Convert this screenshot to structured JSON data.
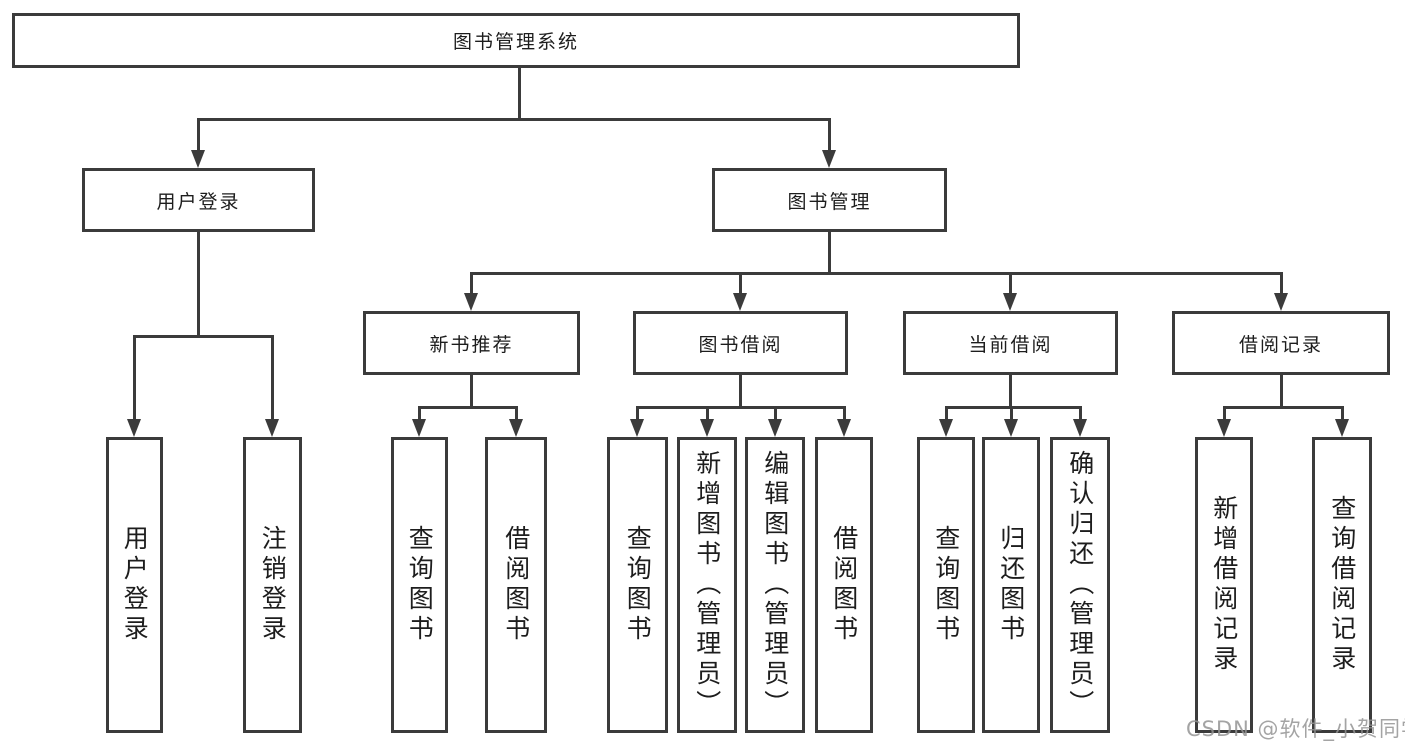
{
  "tree": {
    "label": "图书管理系统",
    "children": [
      {
        "label": "用户登录",
        "children": [
          {
            "label": "用户登录"
          },
          {
            "label": "注销登录"
          }
        ]
      },
      {
        "label": "图书管理",
        "children": [
          {
            "label": "新书推荐",
            "children": [
              {
                "label": "查询图书"
              },
              {
                "label": "借阅图书"
              }
            ]
          },
          {
            "label": "图书借阅",
            "children": [
              {
                "label": "查询图书"
              },
              {
                "label": "新增图书（管理员）"
              },
              {
                "label": "编辑图书（管理员）"
              },
              {
                "label": "借阅图书"
              }
            ]
          },
          {
            "label": "当前借阅",
            "children": [
              {
                "label": "查询图书"
              },
              {
                "label": "归还图书"
              },
              {
                "label": "确认归还（管理员）"
              }
            ]
          },
          {
            "label": "借阅记录",
            "children": [
              {
                "label": "新增借阅记录"
              },
              {
                "label": "查询借阅记录"
              }
            ]
          }
        ]
      }
    ]
  },
  "watermark": {
    "text": "CSDN @软件_小贺同学"
  },
  "colors": {
    "line": "#3b3b3b",
    "box_border": "#3b3b3b",
    "text": "#1d1d1d",
    "watermark": "#949494",
    "background": "#ffffff"
  }
}
